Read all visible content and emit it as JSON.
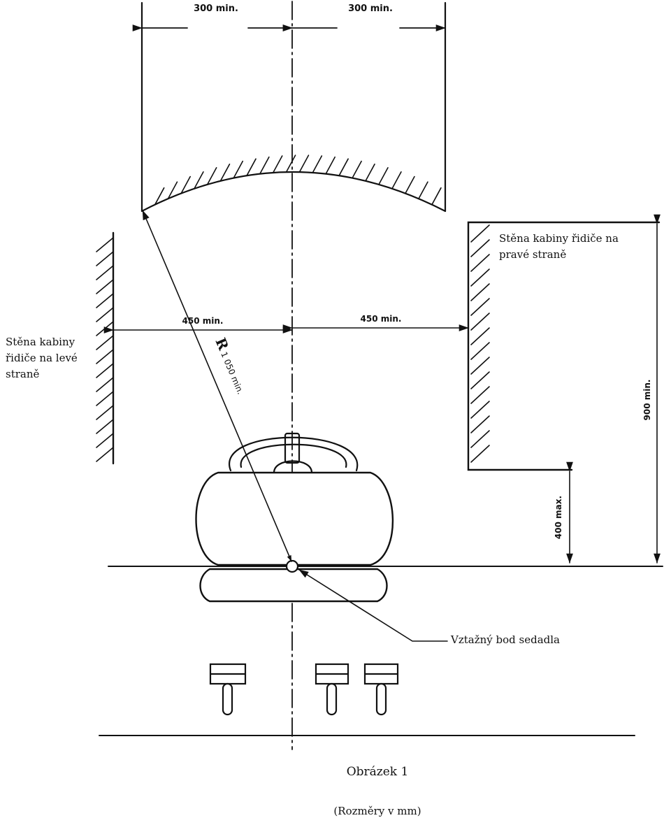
{
  "dimensions": {
    "top_left": "300 min.",
    "top_right": "300 min.",
    "mid_left": "450 min.",
    "mid_right": "450 min.",
    "radius_letter": "R",
    "radius": "1 050 min.",
    "height_total": "900 min.",
    "height_step": "400 max."
  },
  "labels": {
    "left_wall": "Stěna kabiny řidiče na levé straně",
    "right_wall": "Stěna kabiny řidiče na pravé straně",
    "seat_reference_point": "Vztažný bod sedadla"
  },
  "caption": {
    "title": "Obrázek 1",
    "units": "(Rozměry v mm)"
  }
}
